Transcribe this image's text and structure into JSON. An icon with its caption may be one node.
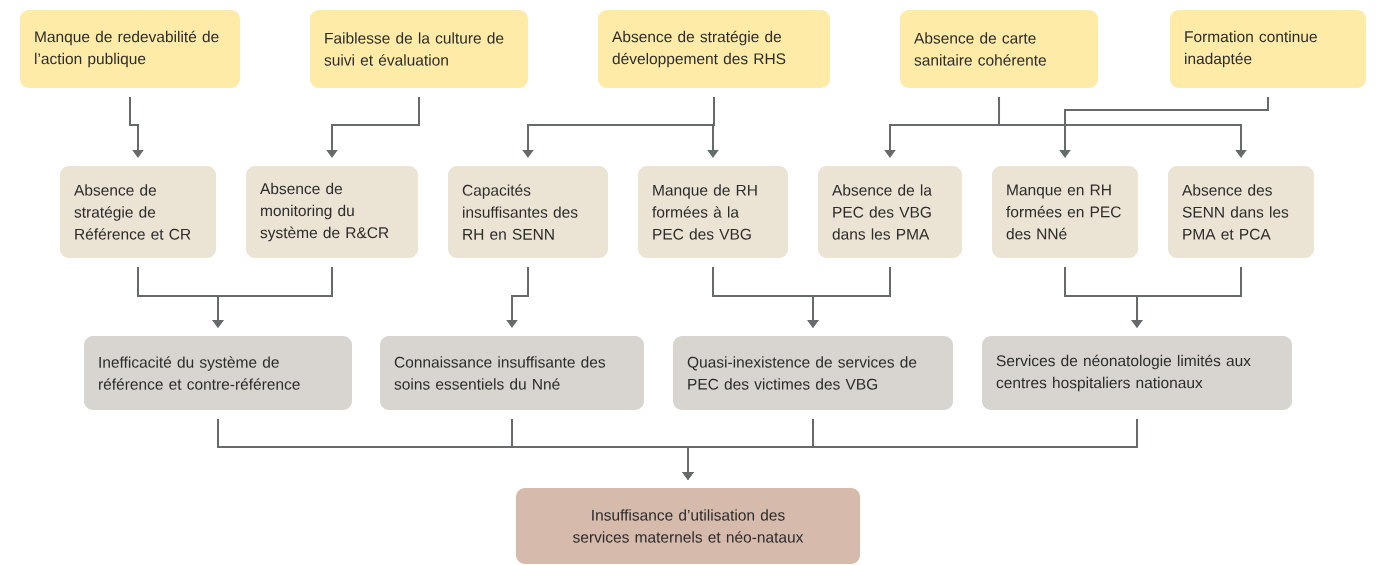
{
  "diagram": {
    "nodes": [
      {
        "text": [
          "Manque de redevabilité de l’action publique"
        ]
      },
      {
        "text": [
          "Faiblesse de la culture de suivi et évaluation"
        ]
      },
      {
        "text": [
          "Absence de stratégie de développement des RHS"
        ]
      },
      {
        "text": [
          "Absence de carte sanitaire cohérente"
        ]
      },
      {
        "text": [
          "Formation continue inadaptée"
        ]
      },
      {
        "text": [
          "Absence de stratégie de Référence et CR"
        ]
      },
      {
        "text": [
          "Absence de monitoring du système de R&CR"
        ]
      },
      {
        "text": [
          "Capacités insuffisantes des RH en SENN"
        ]
      },
      {
        "text": [
          "Manque de RH formées à la PEC des VBG"
        ]
      },
      {
        "text": [
          "Absence de la PEC des VBG dans les PMA"
        ]
      },
      {
        "text": [
          "Manque en RH formées en PEC des NNé"
        ]
      },
      {
        "text": [
          "Absence des SENN dans les PMA et PCA"
        ]
      },
      {
        "text": [
          "Inefficacité du système de référence et contre-référence"
        ]
      },
      {
        "text": [
          "Connaissance insuffisante des soins essentiels du Nné"
        ]
      },
      {
        "text": [
          "Quasi-inexistence de services de PEC des victimes des VBG"
        ]
      },
      {
        "text": [
          "Services de néonatologie limités aux centres hospitaliers nationaux"
        ]
      },
      {
        "text": [
          "Insuffisance d’utilisation des services maternels et néo-nataux"
        ]
      }
    ],
    "edges": [
      {
        "from": 0,
        "to": 5,
        "arrow": "to"
      },
      {
        "from": 1,
        "to": 6,
        "arrow": "to"
      },
      {
        "from": 2,
        "to": 7,
        "arrow": "to"
      },
      {
        "from": 2,
        "to": 8,
        "arrow": "to"
      },
      {
        "from": 3,
        "to": 9,
        "arrow": "to"
      },
      {
        "from": 3,
        "to": 11,
        "arrow": "to"
      },
      {
        "from": 4,
        "to": 10,
        "arrow": "to"
      },
      {
        "from": 5,
        "to": 12,
        "arrow": "to"
      },
      {
        "from": 6,
        "to": 12,
        "arrow": "to"
      },
      {
        "from": 7,
        "to": 13,
        "arrow": "to"
      },
      {
        "from": 8,
        "to": 14,
        "arrow": "to"
      },
      {
        "from": 9,
        "to": 14,
        "arrow": "to"
      },
      {
        "from": 10,
        "to": 15,
        "arrow": "to"
      },
      {
        "from": 11,
        "to": 15,
        "arrow": "to"
      },
      {
        "from": 12,
        "to": 16,
        "arrow": "to"
      },
      {
        "from": 13,
        "to": 16,
        "arrow": "to"
      },
      {
        "from": 14,
        "to": 16,
        "arrow": "to"
      },
      {
        "from": 15,
        "to": 16,
        "arrow": "to"
      }
    ]
  }
}
